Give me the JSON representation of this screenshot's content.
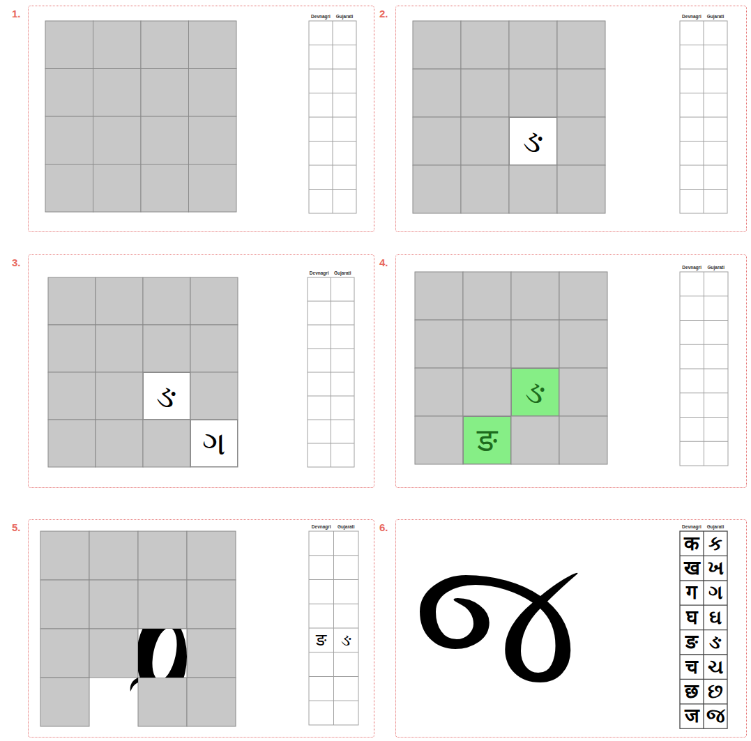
{
  "diagram": {
    "nodes": [
      {
        "text": [
          "1."
        ]
      },
      {
        "text": [
          "2."
        ]
      },
      {
        "text": [
          "ઙ"
        ],
        "in": 1
      },
      {
        "text": [
          "3."
        ]
      },
      {
        "text": [
          "ઙ"
        ],
        "in": 3
      },
      {
        "text": [
          "ગ"
        ],
        "in": 3
      },
      {
        "text": [
          "4."
        ]
      },
      {
        "text": [
          "ઙ"
        ],
        "in": 6
      },
      {
        "text": [
          "ङ"
        ],
        "in": 6
      },
      {
        "text": [
          "5."
        ]
      },
      {
        "text": [
          "6."
        ]
      }
    ],
    "labels": [
      "Devnagri",
      "Gujarati",
      "Devnagri",
      "Gujarati",
      "Devnagri",
      "Gujarati",
      "Devnagri",
      "Gujarati",
      "Devnagri",
      "Gujarati",
      "ङ",
      "ઙ",
      "જ",
      "Devnagri",
      "Gujarati",
      "क",
      "ક",
      "ख",
      "ખ",
      "ग",
      "ગ",
      "घ",
      "ઘ",
      "ङ",
      "ઙ",
      "च",
      "ચ",
      "छ",
      "છ",
      "ज",
      "જ"
    ]
  }
}
